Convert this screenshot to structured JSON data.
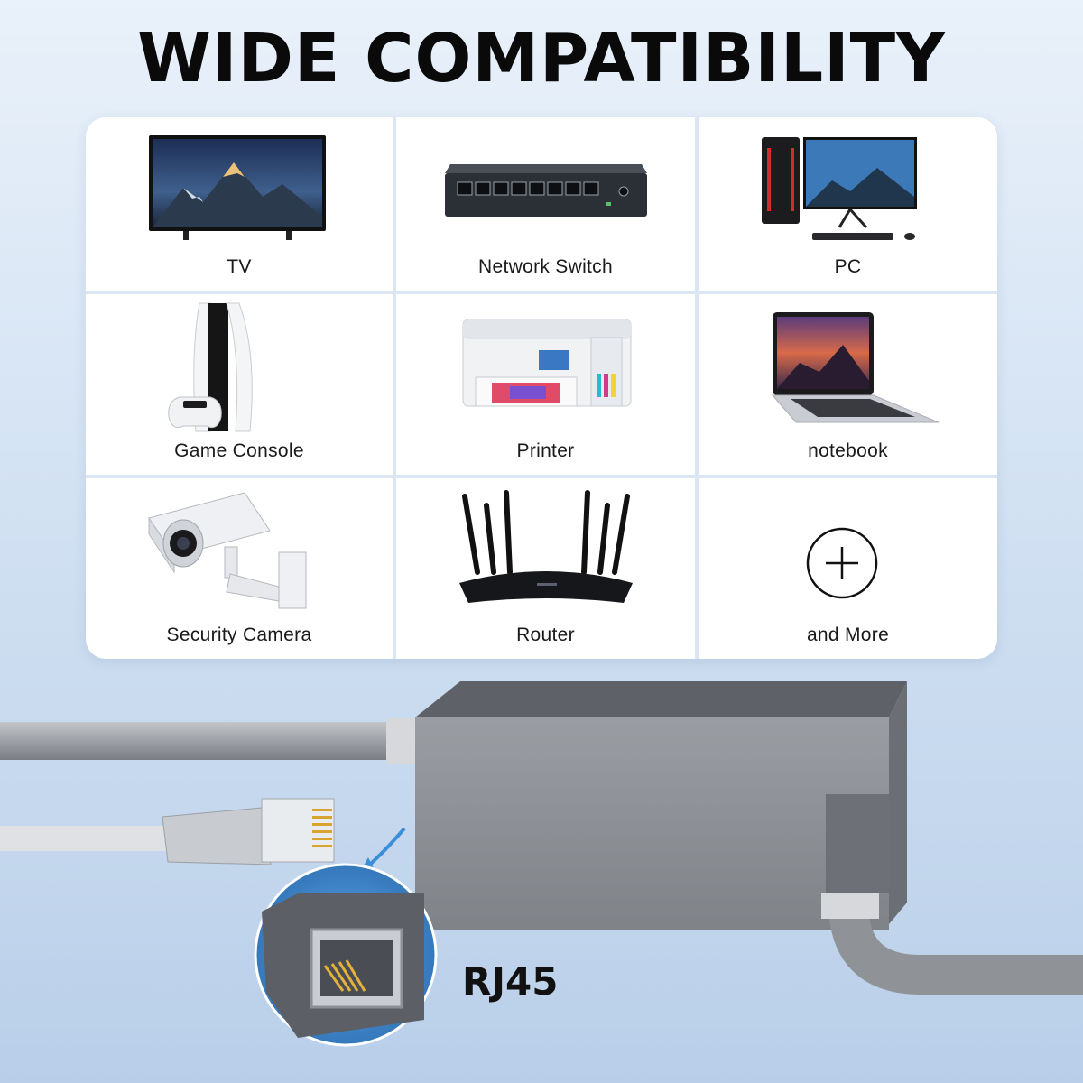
{
  "headline": "WIDE COMPATIBILITY",
  "devices": [
    {
      "label": "TV",
      "icon": "tv-icon"
    },
    {
      "label": "Network Switch",
      "icon": "network-switch-icon"
    },
    {
      "label": "PC",
      "icon": "pc-icon"
    },
    {
      "label": "Game Console",
      "icon": "game-console-icon"
    },
    {
      "label": "Printer",
      "icon": "printer-icon"
    },
    {
      "label": "notebook",
      "icon": "laptop-icon"
    },
    {
      "label": "Security Camera",
      "icon": "security-camera-icon"
    },
    {
      "label": "Router",
      "icon": "router-icon"
    },
    {
      "label": "and More",
      "icon": "plus-circle-icon"
    }
  ],
  "connector_label": "RJ45",
  "colors": {
    "background_top": "#e9f1fa",
    "background_bottom": "#b9cfe9",
    "panel": "#ffffff",
    "divider": "#dbe6f3",
    "adapter_gray": "#8e9296",
    "accent_blue": "#3a8fd8"
  }
}
